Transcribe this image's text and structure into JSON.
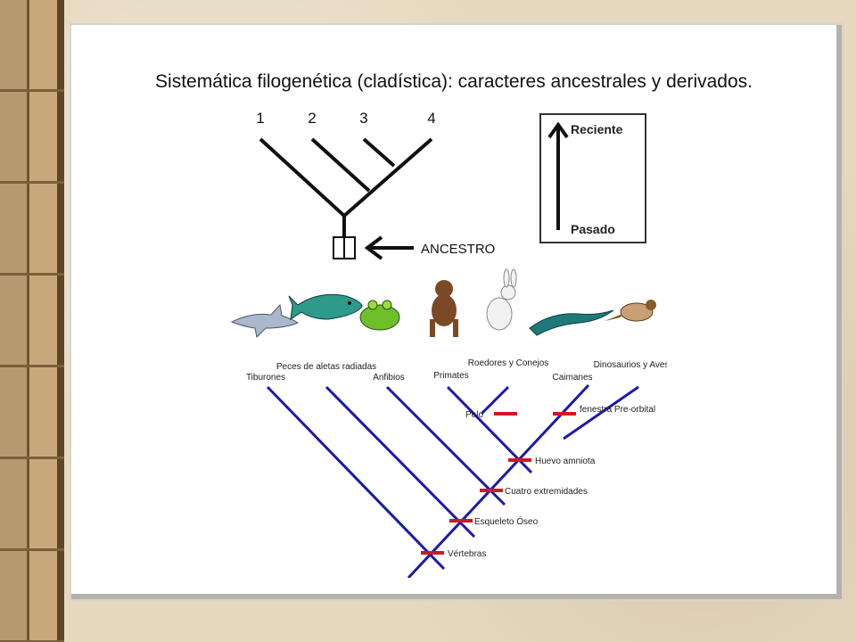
{
  "slide": {
    "title": "Sistemática filogenética (cladística): caracteres ancestrales y derivados."
  },
  "simple_tree": {
    "tips": [
      "1",
      "2",
      "3",
      "4"
    ],
    "ancestor_label": "ANCESTRO"
  },
  "time_box": {
    "top_label": "Reciente",
    "bottom_label": "Pasado"
  },
  "cladogram": {
    "taxa": [
      {
        "label": "Tiburones",
        "icon": "shark-icon"
      },
      {
        "label": "Peces de aletas radiadas",
        "icon": "tuna-icon"
      },
      {
        "label": "Anfibios",
        "icon": "frog-icon"
      },
      {
        "label": "Primates",
        "icon": "ape-icon"
      },
      {
        "label": "Roedores y Conejos",
        "icon": "rabbit-icon"
      },
      {
        "label": "Caimanes",
        "icon": "caiman-icon"
      },
      {
        "label": "Dinosaurios y Aves",
        "icon": "bird-icon"
      }
    ],
    "characters": [
      "Vértebras",
      "Esqueleto Óseo",
      "Cuatro extremidades",
      "Huevo amniota",
      "Pelo",
      "fenestra Pre-orbital"
    ],
    "colors": {
      "branch": "#1a1aa8",
      "marker": "#cc1a22"
    }
  }
}
